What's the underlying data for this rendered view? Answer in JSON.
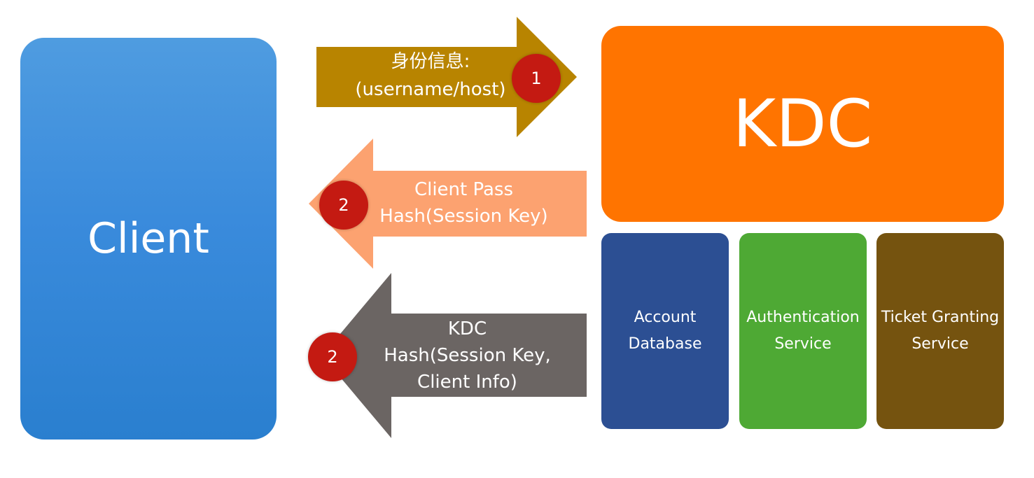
{
  "client": {
    "label": "Client"
  },
  "kdc": {
    "label": "KDC",
    "components": [
      {
        "lines": [
          "Account",
          "Database"
        ]
      },
      {
        "lines": [
          "Authentication",
          "Service"
        ]
      },
      {
        "lines": [
          "Ticket Granting",
          "Service"
        ]
      }
    ]
  },
  "arrows": [
    {
      "step": "1",
      "lines": [
        "身份信息:",
        "(username/host)"
      ],
      "direction": "to-kdc",
      "color": "#b88400"
    },
    {
      "step": "2",
      "lines": [
        "Client Pass",
        "Hash(Session Key)"
      ],
      "direction": "to-client",
      "color": "#fca270"
    },
    {
      "step": "2",
      "lines": [
        "KDC",
        "Hash(Session Key,",
        "Client Info)"
      ],
      "direction": "to-client",
      "color": "#6b6563"
    }
  ],
  "colors": {
    "client": "#3a8bdc",
    "kdc": "#ff7400",
    "account_database": "#2c4f93",
    "authentication_service": "#4ea934",
    "ticket_granting_service": "#75530f",
    "step_badge": "#c41a12"
  }
}
